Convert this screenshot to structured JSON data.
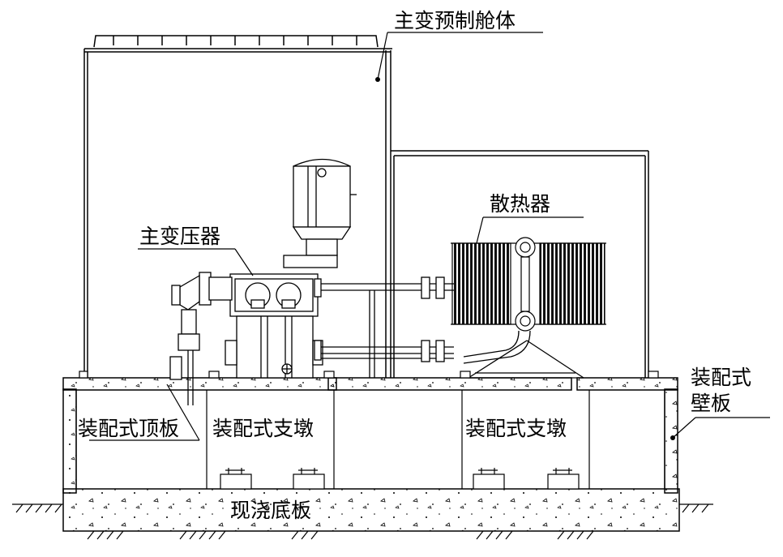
{
  "labels": {
    "cabin": "主变预制舱体",
    "radiator": "散热器",
    "transformer": "主变压器",
    "wall_panel_line1": "装配式",
    "wall_panel_line2": "壁板",
    "top_slab": "装配式顶板",
    "pier_left": "装配式支墩",
    "pier_right": "装配式支墩",
    "base_slab": "现浇底板"
  },
  "colors": {
    "line": "#000000",
    "background": "#ffffff",
    "fin": "#111111"
  }
}
